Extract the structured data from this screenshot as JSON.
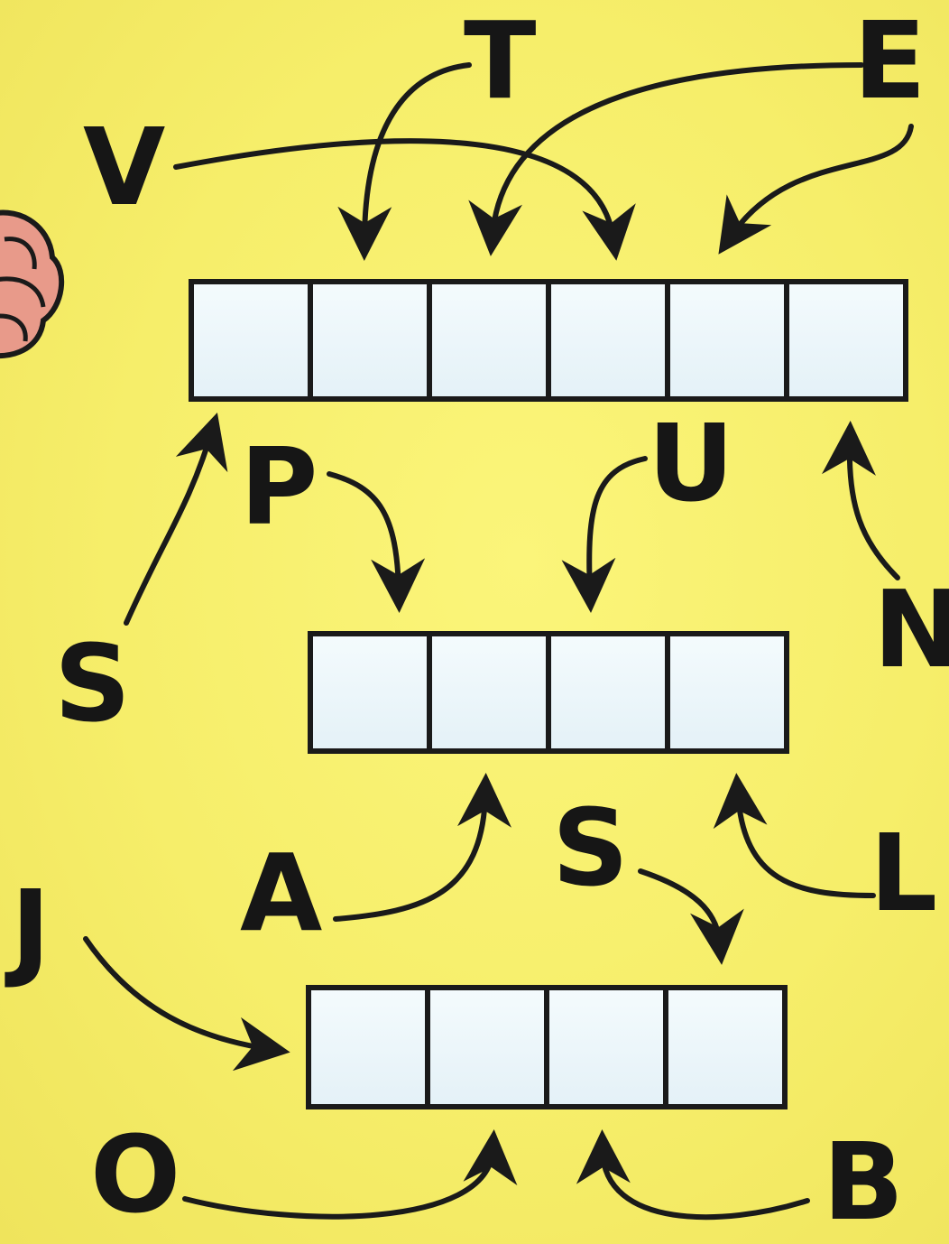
{
  "puzzle": {
    "rows": [
      {
        "id": "row-1",
        "cells": 6
      },
      {
        "id": "row-2",
        "cells": 4
      },
      {
        "id": "row-3",
        "cells": 4
      }
    ],
    "letters": {
      "t": "T",
      "e": "E",
      "v": "V",
      "p": "P",
      "u": "U",
      "s_left": "S",
      "n": "N",
      "a": "A",
      "s_mid": "S",
      "l": "L",
      "j": "J",
      "o": "O",
      "b": "B"
    }
  },
  "colors": {
    "background": "#f8f070",
    "box_fill": "#eef8fc",
    "ink": "#161616",
    "brain": "#e89a8a"
  }
}
